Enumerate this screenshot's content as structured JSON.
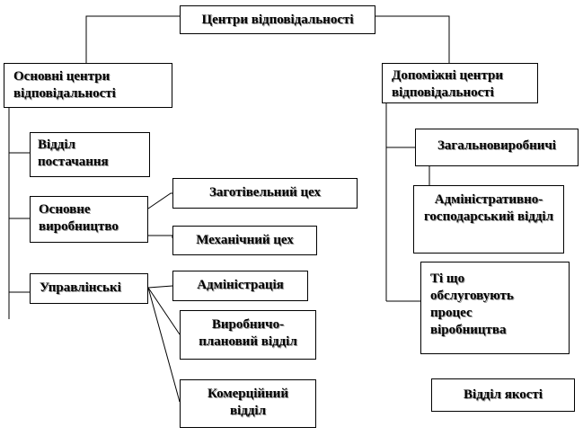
{
  "nodes": {
    "root": "Центри відповідальності",
    "main_centers": "Основні центри відповідальності",
    "supply_dept": "Відділ постачання",
    "main_production": "Основне виробництво",
    "procurement_shop": "Заготівельний цех",
    "mechanical_shop": "Механічний цех",
    "managerial": "Управлінські",
    "administration": "Адміністрація",
    "planning_dept": "Виробничо-плановий відділ",
    "commercial_dept": "Комерційний відділ",
    "auxiliary_centers": "Допоміжні центри відповідальності",
    "general_production": "Загальновиробничі",
    "admin_household_dept": "Адміністративно-господарський відділ",
    "service_units": "Ті що обслуговують процес віробництва",
    "quality_dept": "Відділ якості"
  }
}
